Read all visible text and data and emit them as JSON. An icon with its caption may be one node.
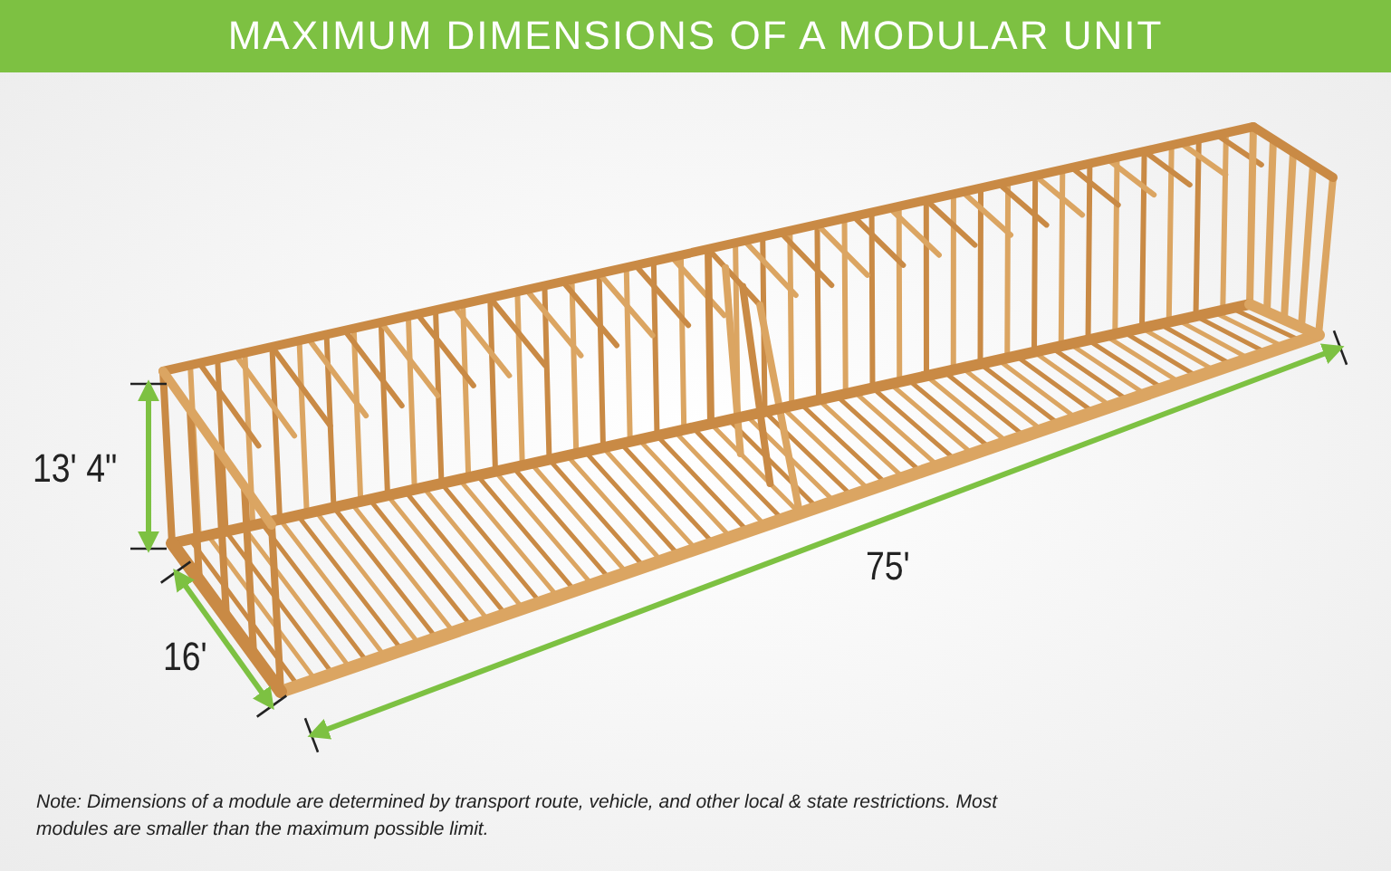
{
  "diagram": {
    "title": "MAXIMUM DIMENSIONS OF A MODULAR UNIT",
    "labels": [
      "13' 4\"",
      "16'",
      "75'",
      "Note: Dimensions of a module are determined by transport route, vehicle, and other local & state restrictions. Most modules are smaller than the maximum possible limit."
    ]
  }
}
